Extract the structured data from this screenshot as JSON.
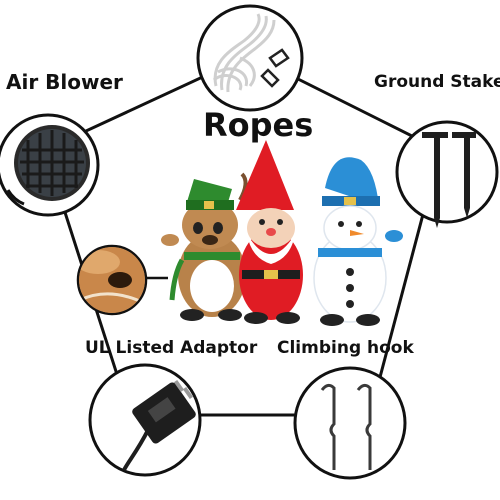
{
  "labels": {
    "air_blower": "Air Blower",
    "ground_stakes": "Ground Stakes",
    "ropes": "Ropes",
    "ul_adaptor": "UL Listed Adaptor",
    "climbing_hook": "Climbing hook"
  },
  "icons": {
    "top": "rope-icon",
    "left": "air-blower-icon",
    "right": "ground-stake-icon",
    "bottom_left": "power-adaptor-icon",
    "bottom_right": "climbing-hook-icon",
    "detail": "adaptor-socket-icon",
    "center": "christmas-inflatables-icon"
  },
  "colors": {
    "outline": "#111111",
    "reindeer_hat": "#2e8b2e",
    "santa_hat": "#e01c24",
    "snowman_hat": "#2b8fd6",
    "reindeer_body": "#b8824a"
  }
}
